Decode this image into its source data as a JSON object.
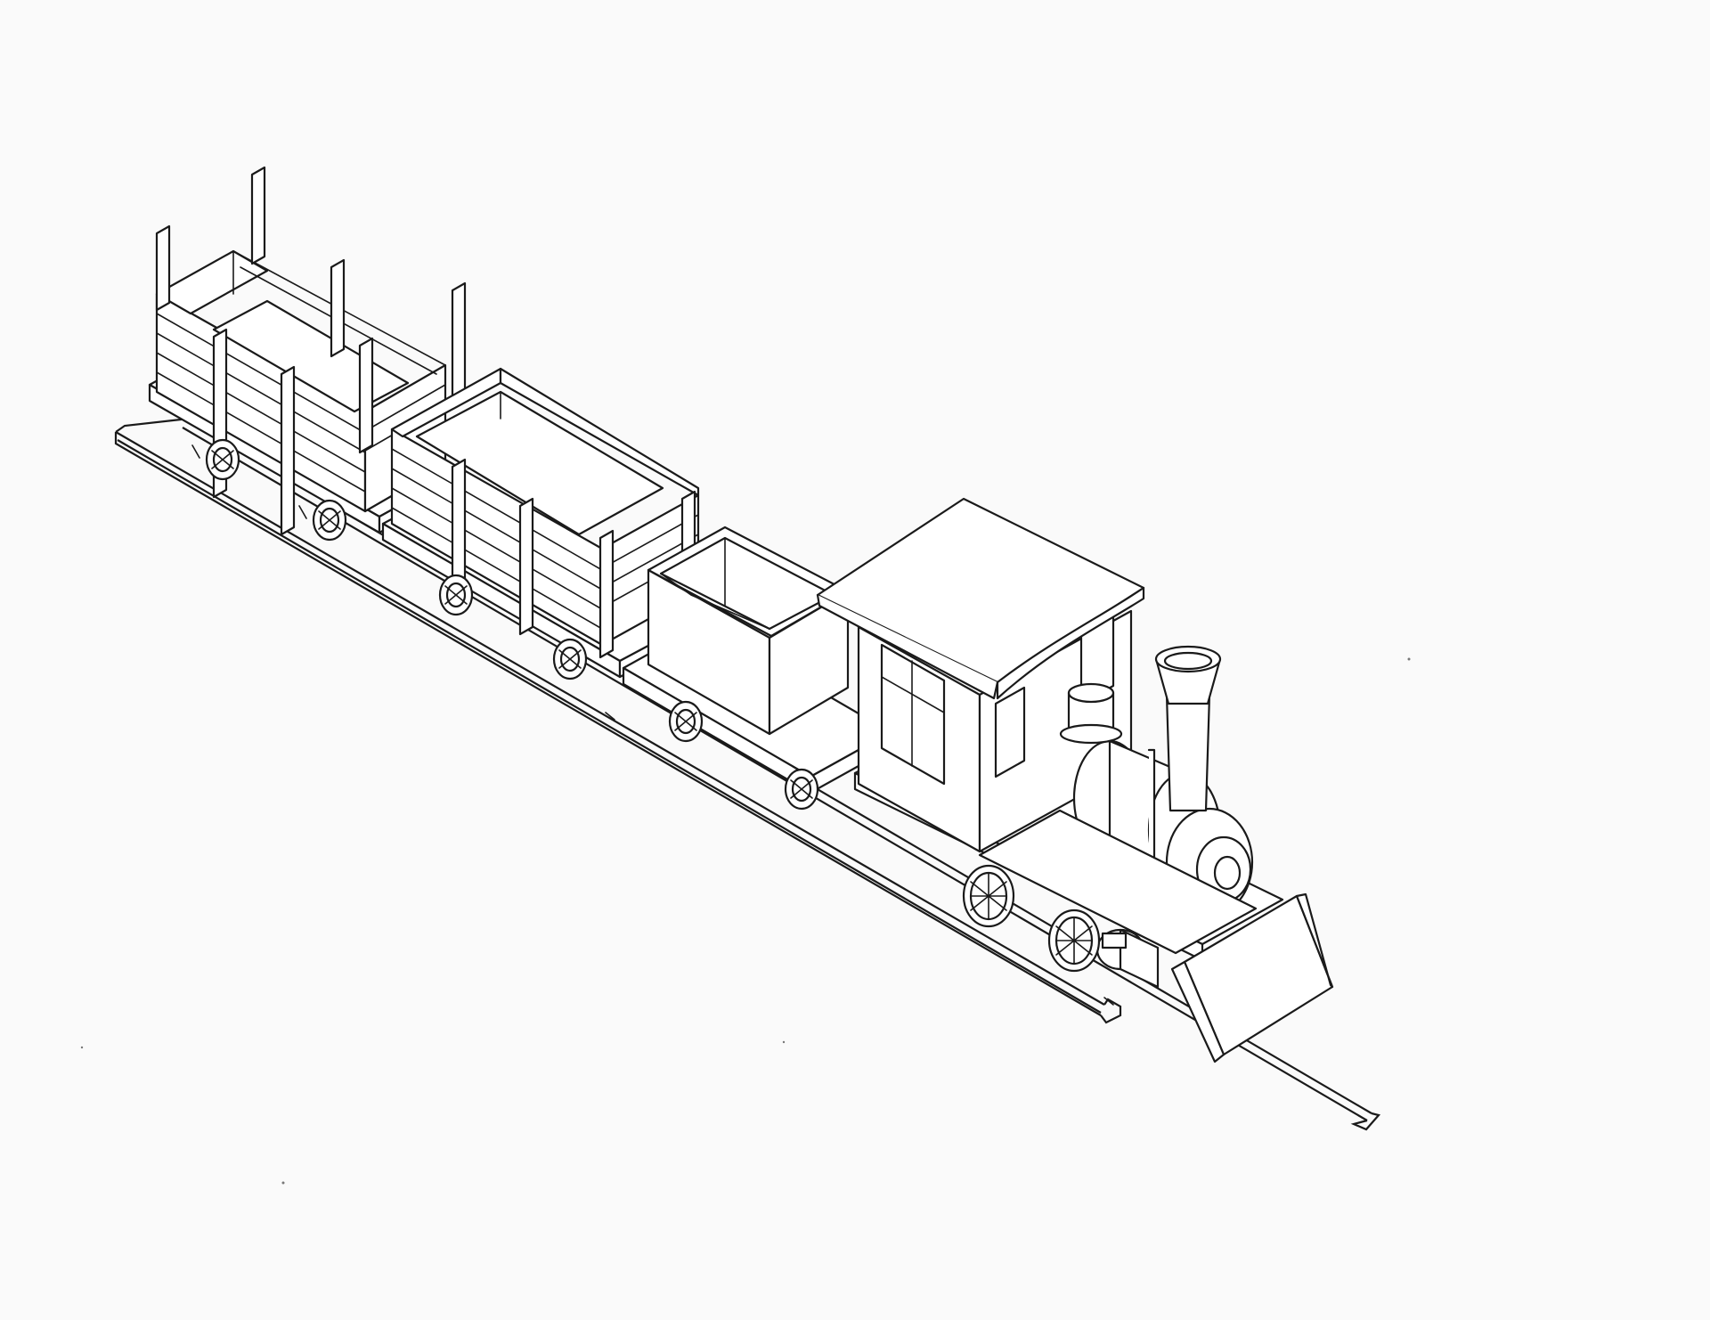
{
  "drawing": {
    "subject": "train-line-drawing",
    "stroke_color": "#1a1a1a",
    "paper_color": "#fafafa",
    "cars": [
      {
        "kind": "stake-wagon"
      },
      {
        "kind": "plank-wagon"
      },
      {
        "kind": "tub-wagon"
      },
      {
        "kind": "locomotive"
      }
    ]
  }
}
